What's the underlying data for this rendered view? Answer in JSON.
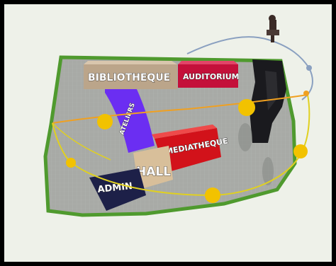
{
  "scene": {
    "labels": {
      "bibliotheque": "BIBLIOTHEQUE",
      "auditorium": "AUDITORIUM",
      "ateliers": "ATELIERS",
      "mediatheque": "MEDIATHEQUE",
      "hall": "HALL",
      "admin": "ADMIN"
    },
    "colors": {
      "site_border": "#4f9a2e",
      "site_ground": "#a8aaa6",
      "bibliotheque": "#bba58a",
      "auditorium": "#c4103a",
      "ateliers": "#6b2ef2",
      "mediatheque": "#d2121a",
      "hall": "#d8bf9a",
      "admin": "#1d2048",
      "dark_block": "#1a1a1e",
      "node": "#f2c200",
      "path_orange": "#f0a020",
      "path_yellow": "#e0d020",
      "path_blue": "#8aa0c0"
    }
  }
}
